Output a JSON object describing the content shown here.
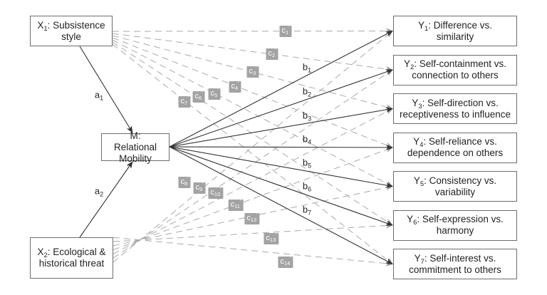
{
  "diagram": {
    "type": "mediation-path-diagram",
    "colors": {
      "solid_path": "#333333",
      "direct_path": "#aaaaaa",
      "coef_label_bg": "#a3a3a3",
      "box_border": "#6d6d6d"
    },
    "predictors": [
      {
        "id": "X1",
        "var": "X",
        "sub": "1",
        "label": "Subsistence style"
      },
      {
        "id": "X2",
        "var": "X",
        "sub": "2",
        "label": "Ecological & historical threat"
      }
    ],
    "mediator": {
      "id": "M",
      "label": "M: Relational Mobility"
    },
    "outcomes": [
      {
        "id": "Y1",
        "var": "Y",
        "sub": "1",
        "label": "Difference vs. similarity"
      },
      {
        "id": "Y2",
        "var": "Y",
        "sub": "2",
        "label": "Self-containment vs. connection to others"
      },
      {
        "id": "Y3",
        "var": "Y",
        "sub": "3",
        "label": "Self-direction vs. receptiveness to influence"
      },
      {
        "id": "Y4",
        "var": "Y",
        "sub": "4",
        "label": "Self-reliance vs. dependence on others"
      },
      {
        "id": "Y5",
        "var": "Y",
        "sub": "5",
        "label": "Consistency vs. variability"
      },
      {
        "id": "Y6",
        "var": "Y",
        "sub": "6",
        "label": "Self-expression vs. harmony"
      },
      {
        "id": "Y7",
        "var": "Y",
        "sub": "7",
        "label": "Self-interest vs. commitment to others"
      }
    ],
    "a_paths": [
      {
        "from": "X1",
        "to": "M",
        "sym": "a",
        "sub": "1"
      },
      {
        "from": "X2",
        "to": "M",
        "sym": "a",
        "sub": "2"
      }
    ],
    "b_paths": [
      {
        "from": "M",
        "to": "Y1",
        "sym": "b",
        "sub": "1"
      },
      {
        "from": "M",
        "to": "Y2",
        "sym": "b",
        "sub": "2"
      },
      {
        "from": "M",
        "to": "Y3",
        "sym": "b",
        "sub": "3"
      },
      {
        "from": "M",
        "to": "Y4",
        "sym": "b",
        "sub": "4"
      },
      {
        "from": "M",
        "to": "Y5",
        "sym": "b",
        "sub": "5"
      },
      {
        "from": "M",
        "to": "Y6",
        "sym": "b",
        "sub": "6"
      },
      {
        "from": "M",
        "to": "Y7",
        "sym": "b",
        "sub": "7"
      }
    ],
    "c_paths": [
      {
        "from": "X1",
        "to": "Y1",
        "sym": "c",
        "sub": "1",
        "prime": "'"
      },
      {
        "from": "X1",
        "to": "Y2",
        "sym": "c",
        "sub": "2",
        "prime": "'"
      },
      {
        "from": "X1",
        "to": "Y3",
        "sym": "c",
        "sub": "3",
        "prime": "'"
      },
      {
        "from": "X1",
        "to": "Y4",
        "sym": "c",
        "sub": "4",
        "prime": "'"
      },
      {
        "from": "X1",
        "to": "Y5",
        "sym": "c",
        "sub": "5",
        "prime": "'"
      },
      {
        "from": "X1",
        "to": "Y6",
        "sym": "c",
        "sub": "6",
        "prime": "'"
      },
      {
        "from": "X1",
        "to": "Y7",
        "sym": "c",
        "sub": "7",
        "prime": "'"
      },
      {
        "from": "X2",
        "to": "Y1",
        "sym": "c",
        "sub": "8",
        "prime": "'"
      },
      {
        "from": "X2",
        "to": "Y2",
        "sym": "c",
        "sub": "9",
        "prime": "'"
      },
      {
        "from": "X2",
        "to": "Y3",
        "sym": "c",
        "sub": "10",
        "prime": "'"
      },
      {
        "from": "X2",
        "to": "Y4",
        "sym": "c",
        "sub": "11",
        "prime": "'"
      },
      {
        "from": "X2",
        "to": "Y5",
        "sym": "c",
        "sub": "12",
        "prime": "'"
      },
      {
        "from": "X2",
        "to": "Y6",
        "sym": "c",
        "sub": "13",
        "prime": "'"
      },
      {
        "from": "X2",
        "to": "Y7",
        "sym": "c",
        "sub": "14",
        "prime": "'"
      }
    ]
  }
}
